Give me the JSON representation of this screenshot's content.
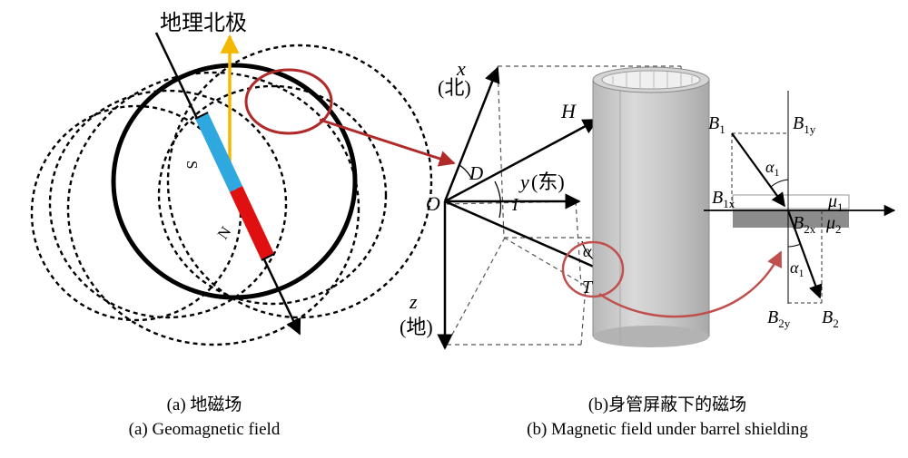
{
  "figure_a": {
    "north_pole_label": "地理北极",
    "magnet_s": "S",
    "magnet_n": "N",
    "caption_cn": "(a) 地磁场",
    "caption_en": "(a) Geomagnetic field"
  },
  "figure_b": {
    "axis_x": "x",
    "axis_x_dir": "(北)",
    "axis_y": "y",
    "axis_y_dir": "(东)",
    "axis_z": "z",
    "axis_z_dir": "(地)",
    "origin": "O",
    "vec_H": "H",
    "vec_T": "T",
    "angle_D": "D",
    "angle_I": "I",
    "angle_alpha": "α",
    "B1": "B",
    "B1_sub": "1",
    "B1x": "B",
    "B1x_sub": "1x",
    "B1y": "B",
    "B1y_sub": "1y",
    "B2": "B",
    "B2_sub": "2",
    "B2x": "B",
    "B2x_sub": "2x",
    "B2y": "B",
    "B2y_sub": "2y",
    "alpha1_top": "α",
    "alpha1_top_sub": "1",
    "alpha1_bot": "α",
    "alpha1_bot_sub": "1",
    "mu1": "μ",
    "mu1_sub": "1",
    "mu2": "μ",
    "mu2_sub": "2",
    "caption_cn": "(b)身管屏蔽下的磁场",
    "caption_en": "(b) Magnetic field under barrel shielding"
  },
  "colors": {
    "red_accent": "#b02a2a",
    "magnet_blue": "#2fa8e0",
    "magnet_red": "#e01010",
    "north_arrow": "#f5b800",
    "cylinder_gray": "#c8c8c8"
  }
}
